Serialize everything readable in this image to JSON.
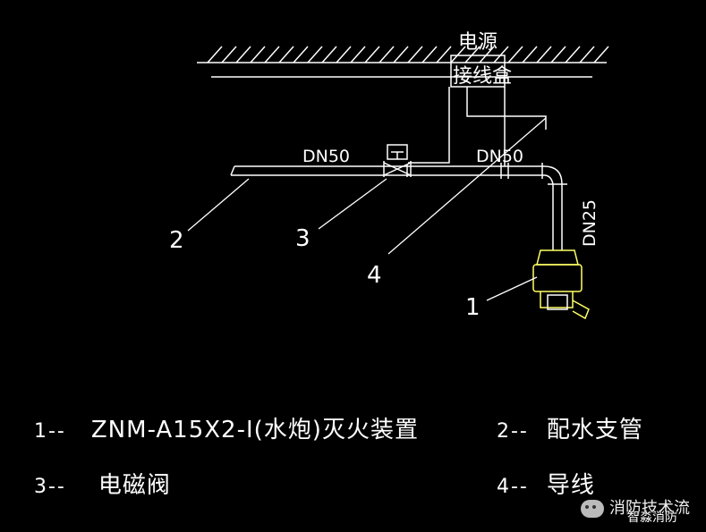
{
  "colors": {
    "background": "#000000",
    "line": "#ffffff",
    "device": "#ffff66",
    "pipe_branch": "#ffffff"
  },
  "labels": {
    "power_box_line1": "电源",
    "power_box_line2": "接线盒",
    "dn50_left": "DN50",
    "dn50_right": "DN50",
    "dn25": "DN25",
    "callout_1": "1",
    "callout_2": "2",
    "callout_3": "3",
    "callout_4": "4"
  },
  "legend": [
    {
      "num": "1--",
      "text": "ZNM-A15X2-I(水炮)灭火装置"
    },
    {
      "num": "2--",
      "text": "配水支管"
    },
    {
      "num": "3--",
      "text": "电磁阀"
    },
    {
      "num": "4--",
      "text": "导线"
    }
  ],
  "watermark": {
    "icon": "wechat-icon",
    "main": "消防技术流",
    "sub": "智淼消防"
  }
}
